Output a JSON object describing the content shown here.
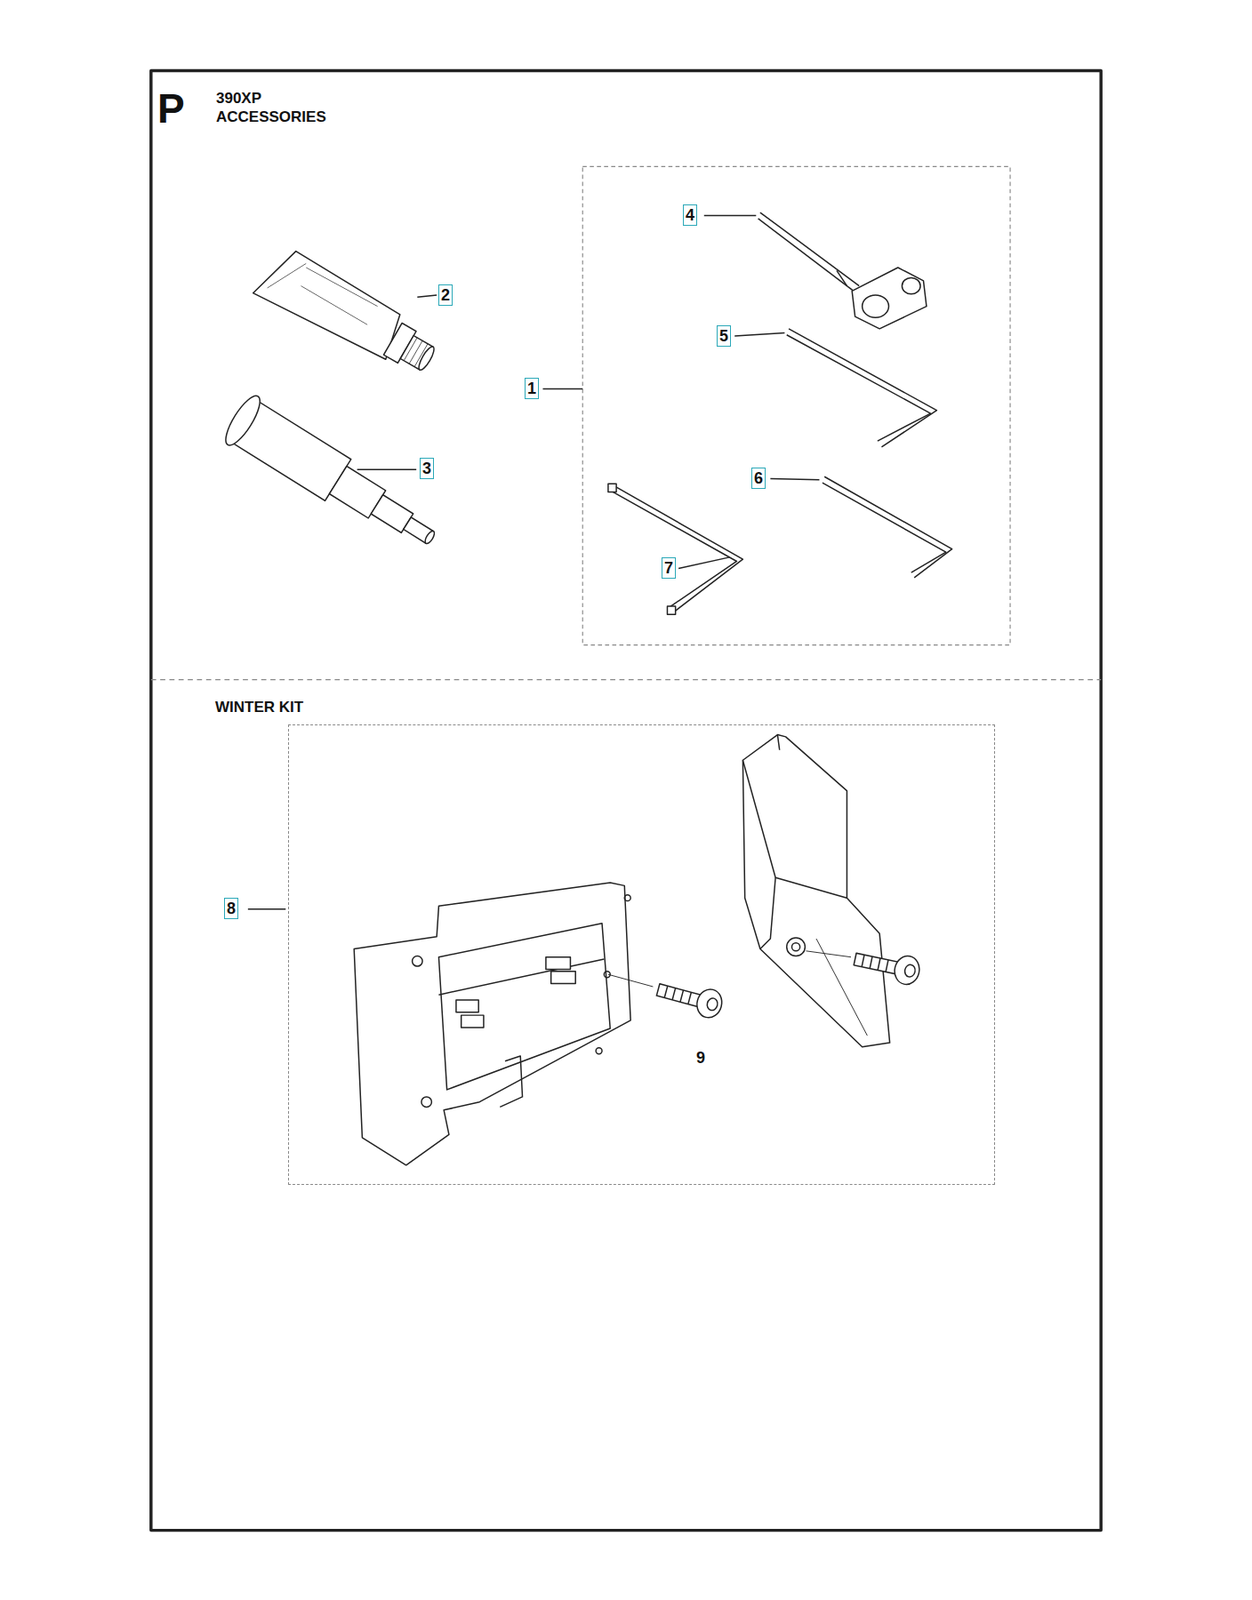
{
  "diagram": {
    "title": "390XP ACCESSORIES",
    "nodes": [
      {
        "text": [
          "WINTER KIT"
        ]
      }
    ],
    "labels": [
      "P",
      "2",
      "3",
      "1",
      "4",
      "5",
      "6",
      "7",
      "8",
      "9"
    ]
  }
}
